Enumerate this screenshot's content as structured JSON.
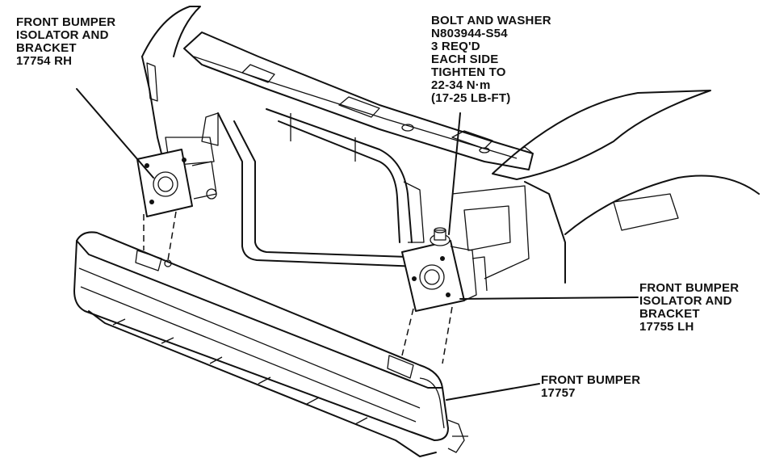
{
  "labels": {
    "rh_bracket": [
      "FRONT BUMPER",
      "ISOLATOR AND",
      "BRACKET",
      "17754 RH"
    ],
    "bolt": [
      "BOLT AND WASHER",
      "N803944-S54",
      "3 REQ'D",
      "EACH SIDE",
      "TIGHTEN TO",
      "22-34 N·m",
      "(17-25 LB-FT)"
    ],
    "lh_bracket": [
      "FRONT BUMPER",
      "ISOLATOR AND",
      "BRACKET",
      "17755 LH"
    ],
    "bumper": [
      "FRONT BUMPER",
      "17757"
    ]
  }
}
